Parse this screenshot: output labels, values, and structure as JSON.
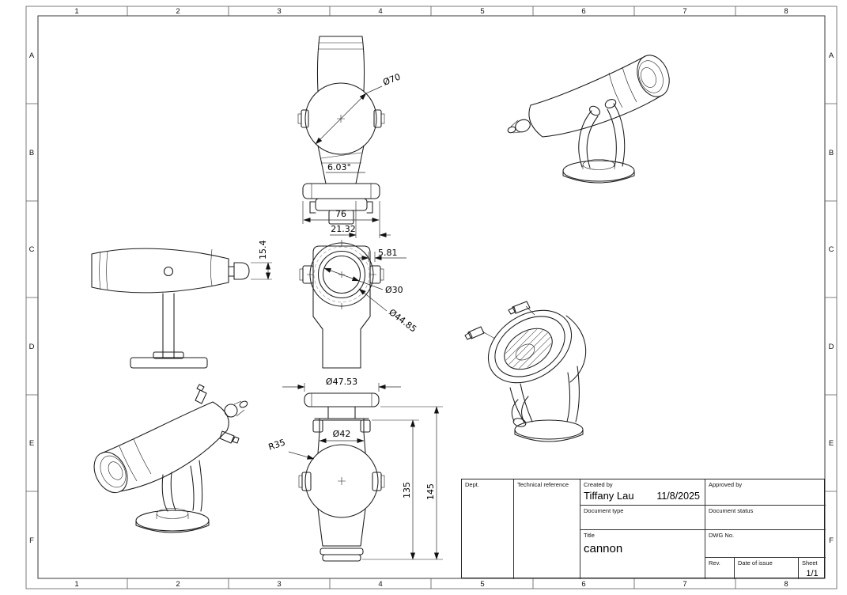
{
  "sheet": {
    "cols": [
      "1",
      "2",
      "3",
      "4",
      "5",
      "6",
      "7",
      "8"
    ],
    "rows": [
      "A",
      "B",
      "C",
      "D",
      "E",
      "F"
    ]
  },
  "dims": {
    "dia70": "Ø70",
    "angle": "6.03°",
    "w76": "76",
    "w2132": "21.32",
    "h154": "15.4",
    "g581": "5.81",
    "dia30": "Ø30",
    "dia4485": "Ø44.85",
    "dia4753": "Ø47.53",
    "dia42": "Ø42",
    "r35": "R35",
    "h135": "135",
    "h145": "145"
  },
  "title_block": {
    "dept_label": "Dept.",
    "technical_reference_label": "Technical reference",
    "created_by_label": "Created by",
    "created_by": "Tiffany Lau",
    "created_date": "11/8/2025",
    "approved_by_label": "Approved by",
    "document_type_label": "Document type",
    "document_status_label": "Document status",
    "title_label": "Title",
    "title": "cannon",
    "dwg_no_label": "DWG No.",
    "rev_label": "Rev.",
    "date_of_issue_label": "Date of issue",
    "sheet_label": "Sheet",
    "sheet_value": "1/1"
  }
}
